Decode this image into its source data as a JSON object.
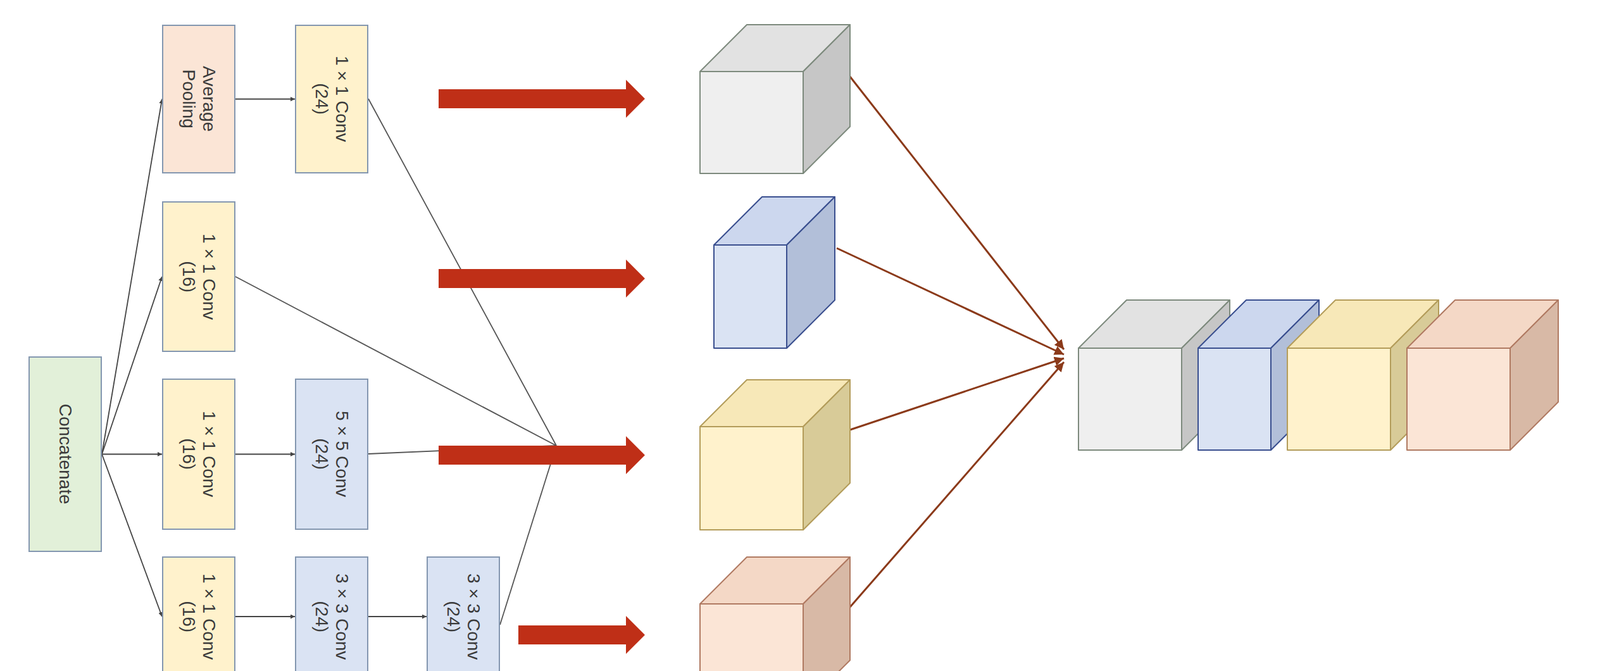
{
  "diagram": {
    "nodes": [
      {
        "text": [
          "Concatenate"
        ]
      },
      {
        "text": [
          "Average Pooling"
        ]
      },
      {
        "text": [
          "1 × 1 Conv (24)"
        ]
      },
      {
        "text": [
          "1 × 1 Conv (16)"
        ]
      },
      {
        "text": [
          "1 × 1 Conv (16)"
        ]
      },
      {
        "text": [
          "5 × 5 Conv (24)"
        ]
      },
      {
        "text": [
          "1 × 1 Conv (16)"
        ]
      },
      {
        "text": [
          "3 × 3 Conv (24)"
        ]
      },
      {
        "text": [
          "3 × 3 Conv (24)"
        ]
      }
    ],
    "edges": [
      {
        "from": 0,
        "to": 1,
        "arrow": "to"
      },
      {
        "from": 0,
        "to": 3,
        "arrow": "to"
      },
      {
        "from": 0,
        "to": 4,
        "arrow": "to"
      },
      {
        "from": 0,
        "to": 6,
        "arrow": "to"
      },
      {
        "from": 1,
        "to": 2,
        "arrow": "to"
      },
      {
        "from": 4,
        "to": 5,
        "arrow": "to"
      },
      {
        "from": 6,
        "to": 7,
        "arrow": "to"
      },
      {
        "from": 7,
        "to": 8,
        "arrow": "to"
      }
    ]
  }
}
